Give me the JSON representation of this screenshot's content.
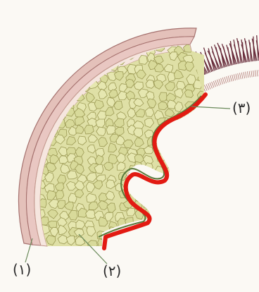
{
  "diagram": {
    "labels": [
      {
        "id": "1",
        "text": "(۱)"
      },
      {
        "id": "2",
        "text": "(۲)"
      },
      {
        "id": "3",
        "text": "(۳)"
      }
    ],
    "colors": {
      "hair": "#6a2e3c",
      "outer_band": "#e4c1ba",
      "stripe_band": "#e9c7c2",
      "inner_band": "#f6e6df",
      "tissue_fill": "#dfe0a6",
      "tissue_cells": "#9c9a55",
      "inner_membrane": "#5a7a3c",
      "folded_line": "#e21b12",
      "leader": "#6a8a5a"
    }
  }
}
